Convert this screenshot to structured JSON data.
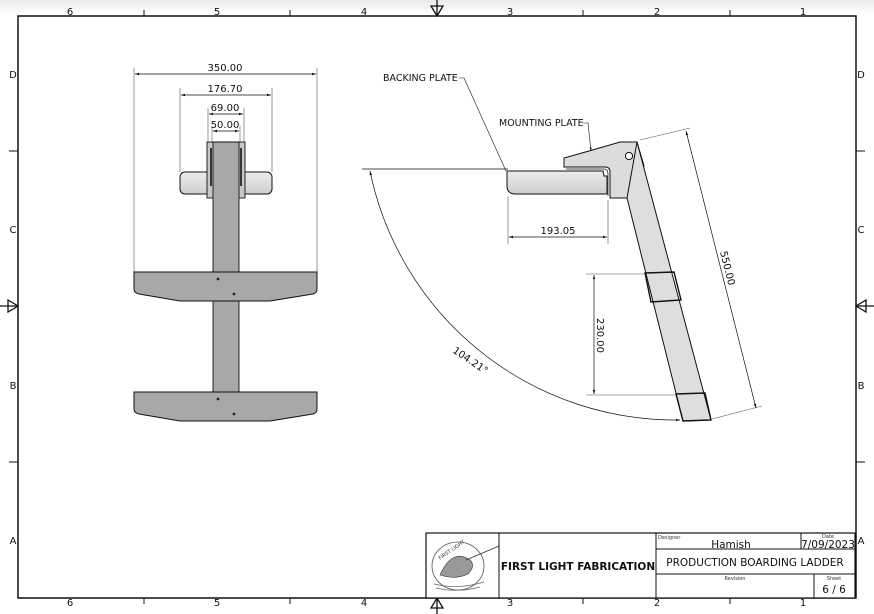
{
  "sheet": {
    "zones_columns": [
      "6",
      "5",
      "4",
      "3",
      "2",
      "1"
    ],
    "zones_rows": [
      "D",
      "C",
      "B",
      "A"
    ]
  },
  "front_view": {
    "dimensions": {
      "overall_width": "350.00",
      "backing_width": "176.70",
      "mount_width": "69.00",
      "rail_width": "50.00"
    }
  },
  "side_view": {
    "callouts": {
      "backing_plate": "BACKING PLATE",
      "mounting_plate": "MOUNTING PLATE"
    },
    "dimensions": {
      "plate_length": "193.05",
      "ladder_length": "550.00",
      "step_spacing": "230.00",
      "swing_angle": "104.21°"
    }
  },
  "title_block": {
    "designer_label": "Designer",
    "designer": "Hamish",
    "date_label": "Date",
    "date": "7/09/2023",
    "company": "FIRST LIGHT FABRICATION",
    "logo_text": "FIRST LIGHT",
    "title": "PRODUCTION BOARDING LADDER",
    "revision_label": "Revision",
    "revision": "",
    "sheet_label": "Sheet",
    "sheet": "6 / 6"
  },
  "colors": {
    "line": "#111111",
    "part_fill_dark": "#a9a9a9",
    "part_fill_light": "#dedede",
    "paper": "#ffffff"
  }
}
